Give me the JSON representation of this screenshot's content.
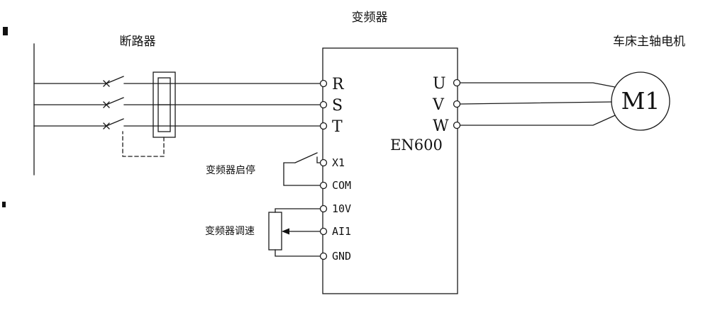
{
  "diagram": {
    "title_inverter": "变频器",
    "title_breaker": "断路器",
    "title_motor": "车床主轴电机",
    "inverter_model": "EN600",
    "motor_label": "M1",
    "input_terminals": [
      "R",
      "S",
      "T"
    ],
    "output_terminals": [
      "U",
      "V",
      "W"
    ],
    "control_terminals": [
      "X1",
      "COM",
      "10V",
      "AI1",
      "GND"
    ],
    "label_start_stop": "变频器启停",
    "label_speed": "变频器调速",
    "line_color": "#1a1a1a",
    "background_color": "#ffffff"
  }
}
